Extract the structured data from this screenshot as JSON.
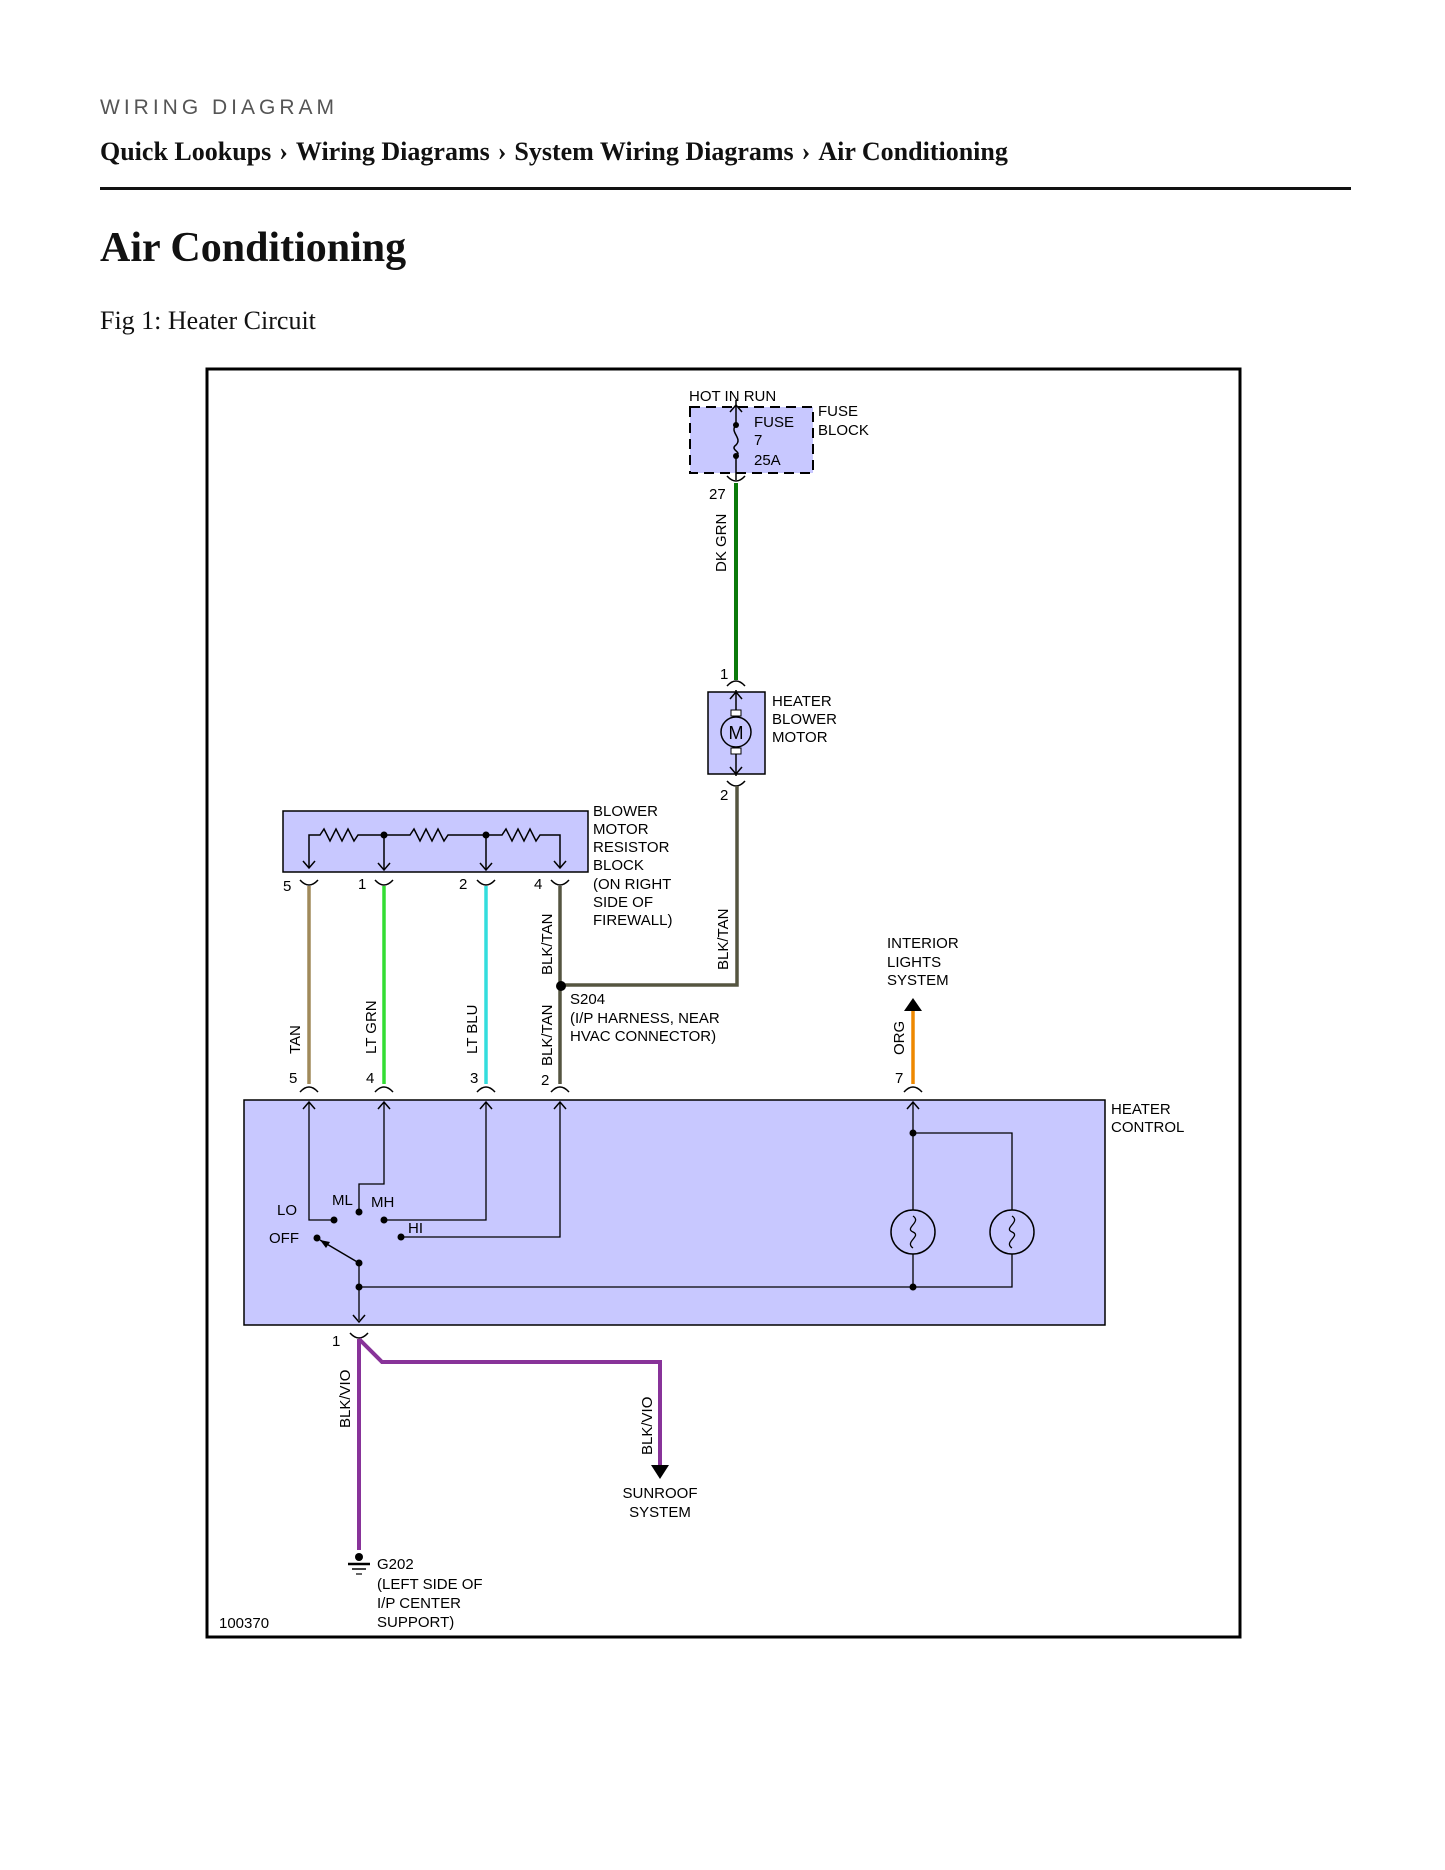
{
  "header": {
    "eyebrow": "WIRING DIAGRAM",
    "breadcrumbs": [
      "Quick Lookups",
      "Wiring Diagrams",
      "System Wiring Diagrams",
      "Air Conditioning"
    ],
    "separator": "›"
  },
  "page_title": "Air Conditioning",
  "figure": {
    "caption": "Fig 1: Heater Circuit",
    "id_code": "100370"
  },
  "diagram": {
    "fuse": {
      "supply": "HOT IN RUN",
      "name": "FUSE",
      "number": "7",
      "rating": "25A",
      "block": [
        "FUSE",
        "BLOCK"
      ],
      "pin_out": "27"
    },
    "blower_motor": {
      "label": [
        "HEATER",
        "BLOWER",
        "MOTOR"
      ],
      "symbol": "M",
      "pin_in": "1",
      "pin_out": "2"
    },
    "resistor_block": {
      "label": [
        "BLOWER",
        "MOTOR",
        "RESISTOR",
        "BLOCK",
        "(ON RIGHT",
        "SIDE OF",
        "FIREWALL)"
      ],
      "pins": [
        "5",
        "1",
        "2",
        "4"
      ]
    },
    "splice": {
      "label": [
        "S204",
        "(I/P HARNESS, NEAR",
        "HVAC CONNECTOR)"
      ]
    },
    "interior_lights": [
      "INTERIOR",
      "LIGHTS",
      "SYSTEM"
    ],
    "heater_control": {
      "label": [
        "HEATER",
        "CONTROL"
      ],
      "pins": [
        "5",
        "4",
        "3",
        "2",
        "7",
        "1"
      ],
      "positions": {
        "lo": "LO",
        "ml": "ML",
        "mh": "MH",
        "hi": "HI",
        "off": "OFF"
      }
    },
    "sunroof": [
      "SUNROOF",
      "SYSTEM"
    ],
    "ground": {
      "label": [
        "G202",
        "(LEFT SIDE OF",
        "I/P CENTER",
        "SUPPORT)"
      ]
    },
    "wires": {
      "dk_grn": "DK GRN",
      "blk_tan": "BLK/TAN",
      "tan": "TAN",
      "lt_grn": "LT GRN",
      "lt_blu": "LT BLU",
      "org": "ORG",
      "blk_vio": "BLK/VIO"
    },
    "colors": {
      "dk_grn": "#0a7a0a",
      "blk_tan": "#555540",
      "tan": "#a08a5a",
      "lt_grn": "#33dd33",
      "lt_blu": "#33dddd",
      "org": "#ee8800",
      "blk_vio": "#883399",
      "component_fill": "#c8c8ff"
    }
  }
}
